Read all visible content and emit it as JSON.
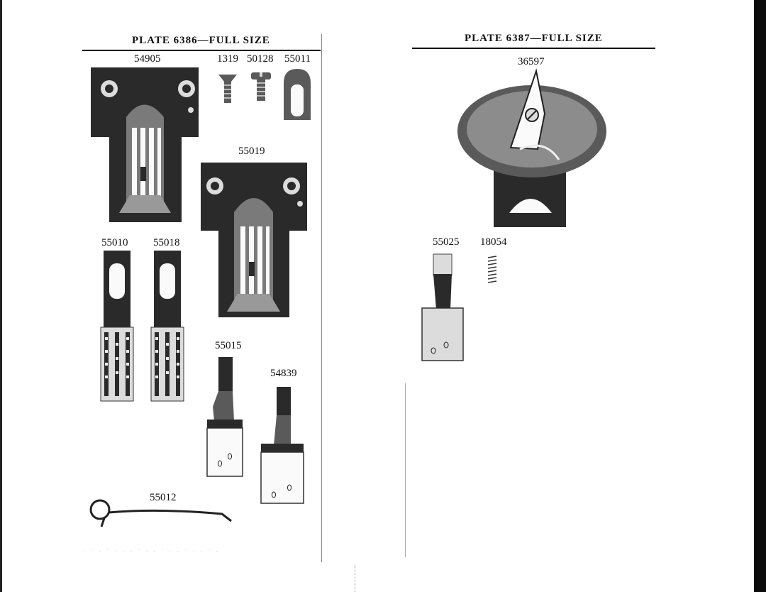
{
  "left_page": {
    "title": "PLATE 6386—FULL SIZE",
    "parts": {
      "p54905": "54905",
      "p1319": "1319",
      "p50128": "50128",
      "p55011": "55011",
      "p55019": "55019",
      "p55010": "55010",
      "p55018": "55018",
      "p55015": "55015",
      "p54839": "54839",
      "p55012": "55012"
    }
  },
  "right_page": {
    "title": "PLATE 6387—FULL SIZE",
    "parts": {
      "p36597": "36597",
      "p55025": "55025",
      "p18054": "18054"
    }
  }
}
